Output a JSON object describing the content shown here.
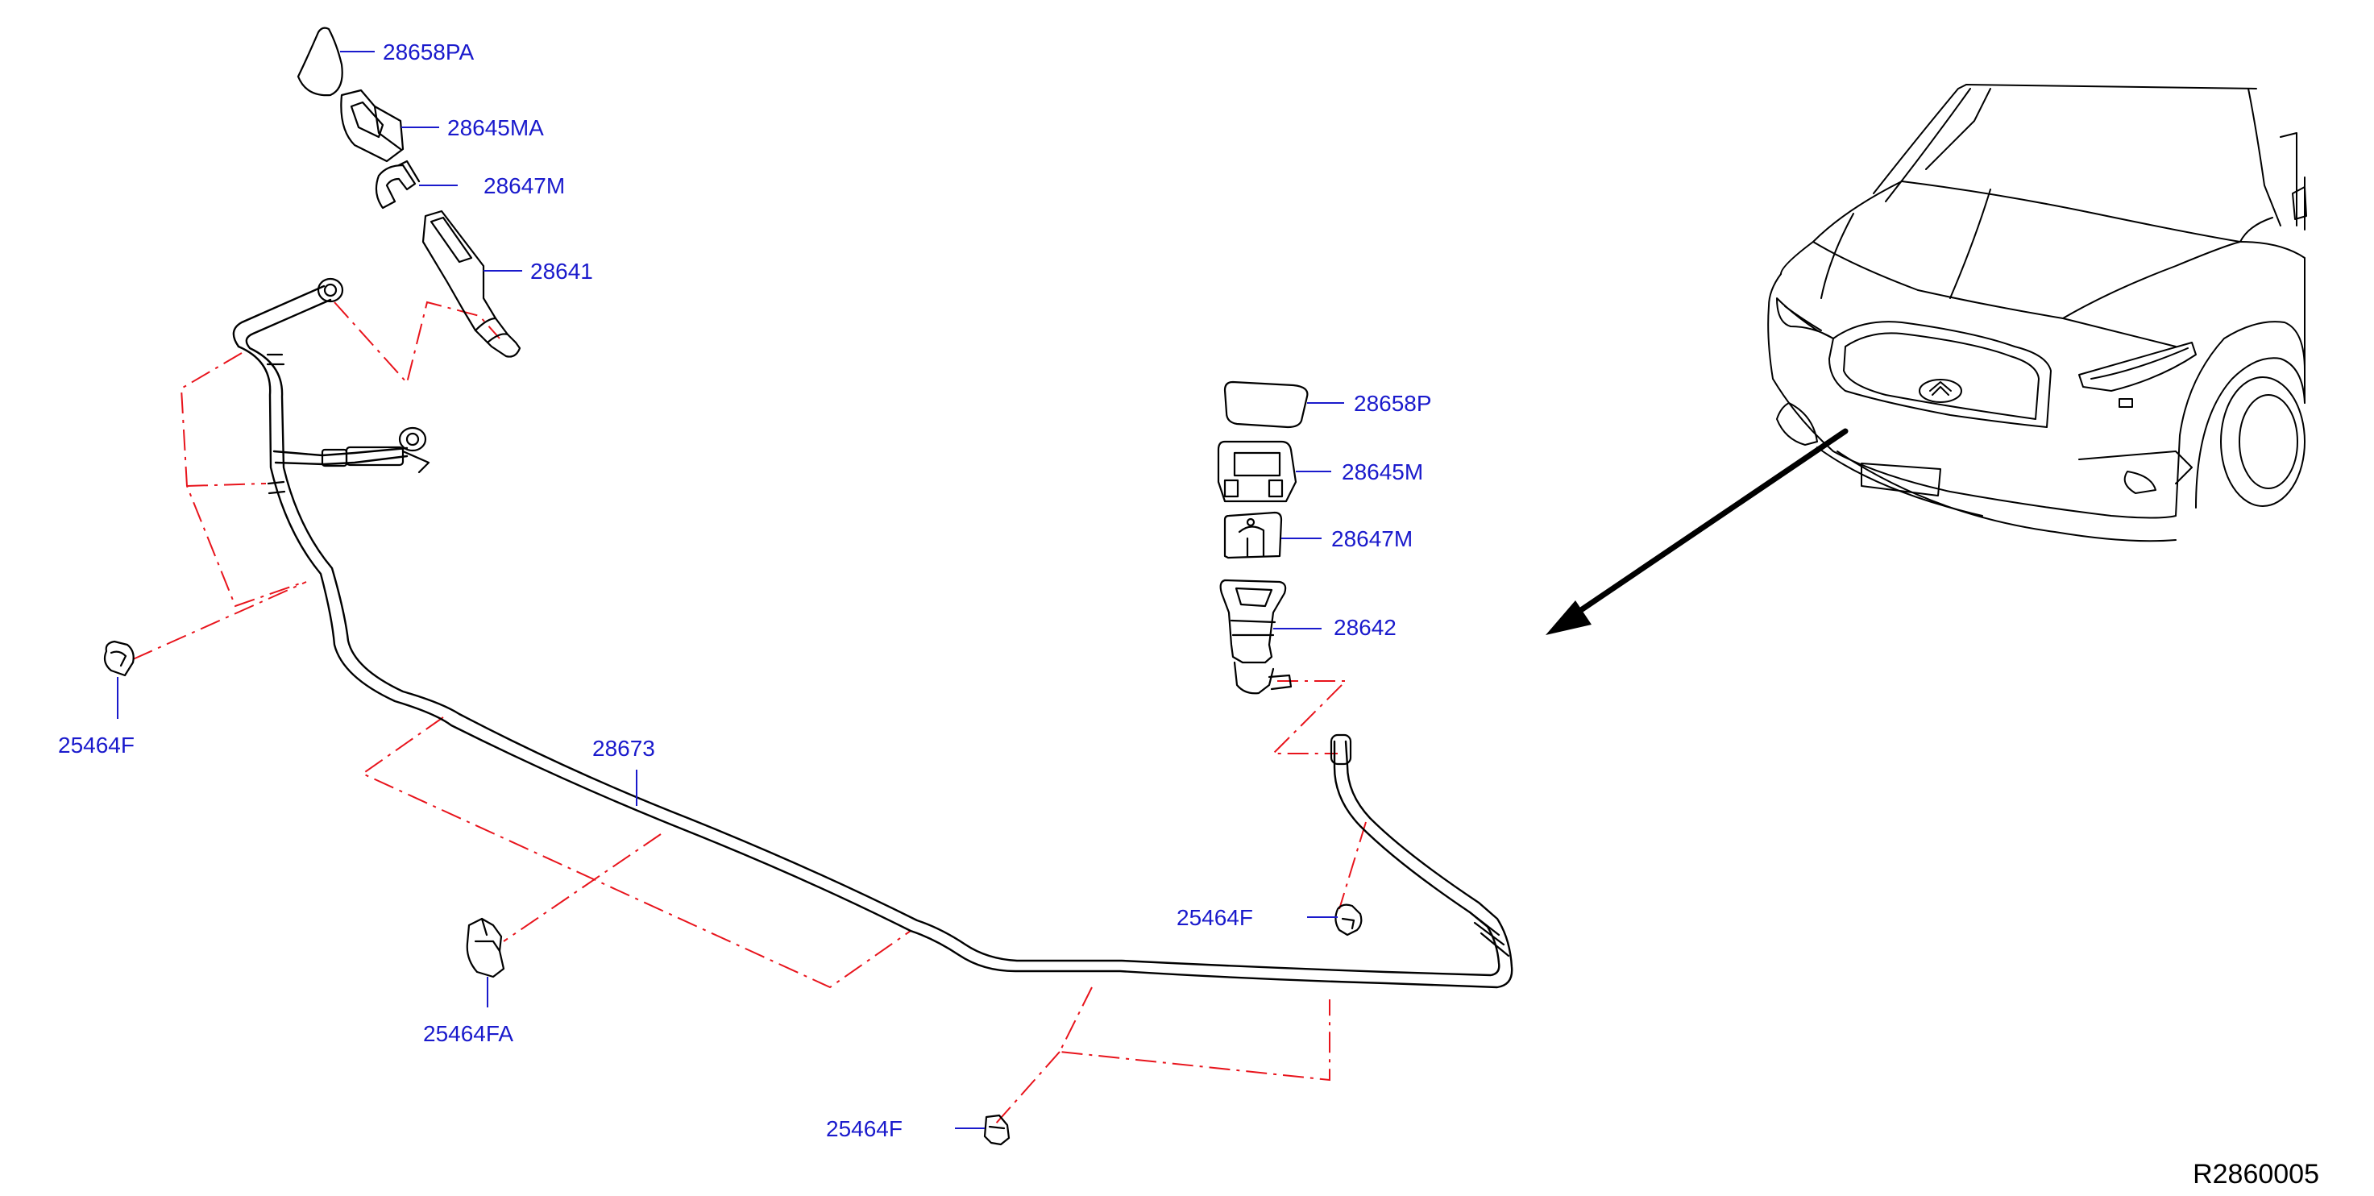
{
  "diagram": {
    "code": "R2860005",
    "parts": {
      "cap_left": "28658PA",
      "cover_left": "28645MA",
      "bracket_left": "28647M",
      "nozzle_left": "28641",
      "cap_right": "28658P",
      "cover_right": "28645M",
      "bracket_right": "28647M",
      "nozzle_right": "28642",
      "hose": "28673",
      "clip_left": "25464F",
      "clip_fa": "25464FA",
      "clip_right": "25464F",
      "clip_bottom": "25464F"
    }
  },
  "colors": {
    "label": "#1a1acc",
    "dash": "#e8141c",
    "line": "#000000"
  }
}
